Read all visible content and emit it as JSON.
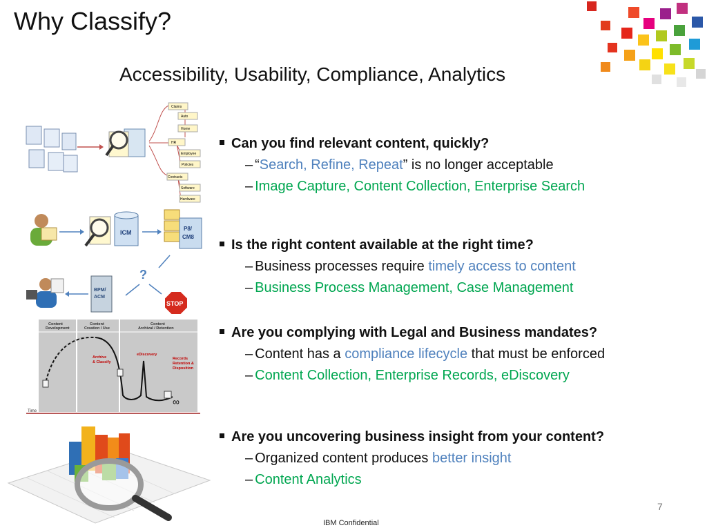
{
  "slide": {
    "title": "Why Classify?",
    "subtitle": "Accessibility, Usability, Compliance, Analytics",
    "page_number": "7",
    "footer": "IBM Confidential"
  },
  "bullets": [
    {
      "heading": "Can you find relevant content, quickly?",
      "lines": [
        {
          "pre": "“",
          "hl": "Search, Refine, Repeat",
          "post": "” is no longer acceptable"
        },
        {
          "green": "Image Capture, Content Collection, Enterprise Search"
        }
      ]
    },
    {
      "heading": "Is the right content available at the right time?",
      "lines": [
        {
          "pre": "Business processes require ",
          "hl": "timely access to content",
          "post": ""
        },
        {
          "green": "Business Process Management, Case Management"
        }
      ]
    },
    {
      "heading": "Are you complying with Legal and Business mandates?",
      "lines": [
        {
          "pre": "Content has a ",
          "hl": "compliance lifecycle",
          "post": " that must be enforced"
        },
        {
          "green": "Content Collection, Enterprise Records, eDiscovery"
        }
      ]
    },
    {
      "heading": "Are you uncovering business insight from your content?",
      "lines": [
        {
          "pre": "Organized content produces ",
          "hl": "better insight",
          "post": ""
        },
        {
          "green": "Content Analytics"
        }
      ]
    }
  ],
  "diagram_tree": {
    "labels": [
      "Claims",
      "Auto",
      "Home",
      "HR",
      "Employee",
      "Policies",
      "Contracts",
      "Software",
      "Hardware"
    ]
  },
  "diagram_flow": {
    "repo_label": "ICM",
    "folder_label_1": "P8/",
    "folder_label_2": "CM8",
    "question": "?",
    "server_label_1": "BPM/",
    "server_label_2": "ACM",
    "stop_label": "STOP"
  },
  "lifecycle": {
    "col1": "Content\nDevelopment",
    "col2": "Content\nCreation / Use",
    "col3": "Content\nArchival / Retention",
    "archive": "Archive\n& Classify",
    "ediscovery": "eDiscovery",
    "records": "Records\nRetention &\nDisposition",
    "time": "Time",
    "infinity": "∞"
  },
  "colors": {
    "highlight_blue": "#4f81bd",
    "highlight_green": "#00a650",
    "lifecycle_label_red": "#c00000"
  }
}
